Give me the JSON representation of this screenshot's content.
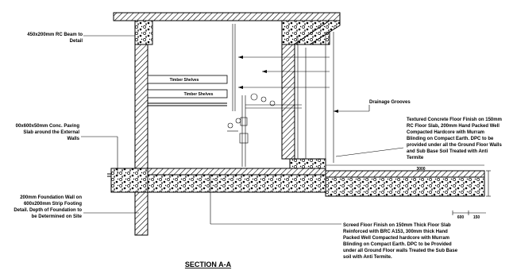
{
  "drawing": {
    "title": "SECTION A-A",
    "annotations": {
      "beam": [
        "450x200mm RC Beam to",
        "Detail"
      ],
      "paving": [
        "00x600x50mm Conc. Paving",
        "Slab around the External",
        "Walls"
      ],
      "foundation": [
        "200mm Foundation Wall on",
        "600x200mm Strip Footing",
        "Detail. Depth of Foundation to",
        "be Determined on Site"
      ],
      "drainage": [
        "Drainage Grooves"
      ],
      "floor_finish": [
        "Textured Concrete Floor Finish on 150mm",
        "RC Floor Slab, 200mm Hand Packed Well",
        "Compacted  Hardcore with Murram",
        "Blinding on Compact Earth. DPC to be",
        "provided under all the Ground Floor Walls",
        "and Sub Base Soil Treated with Anti",
        "Termite"
      ],
      "screed": [
        "Screed Floor Finish on 150mm Thick Floor Slab",
        "Reinforced with BRC A153, 300mm thick Hand",
        "Packed Well Compacted hardcore with Murram",
        "Blinding on Compact Earth. DPC to be Provided",
        "under all Ground Floor walls Treated the Sub Base",
        "soil with Anti Termite."
      ],
      "shelf_upper": "Timber Shelves",
      "shelf_lower": "Timber Shelves"
    },
    "dimensions": {
      "slab_length": "3000",
      "d1": "600",
      "d2": "150"
    }
  }
}
